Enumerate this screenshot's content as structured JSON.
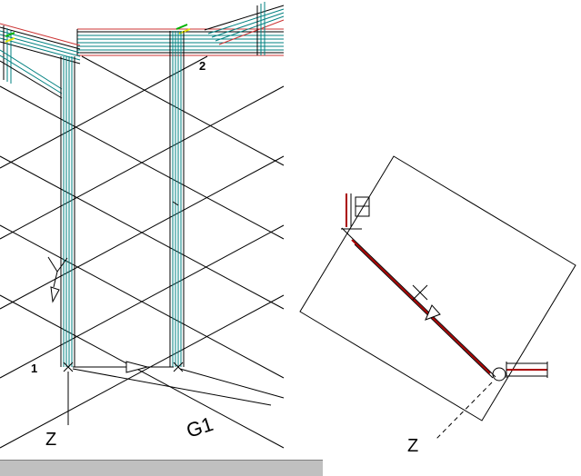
{
  "views": {
    "left": {
      "description": "isometric-wireframe-view",
      "labels": {
        "point_1": "1",
        "point_2": "2",
        "z_axis": "Z",
        "grid_axis": "G1"
      }
    },
    "right": {
      "description": "rotated-plan-view",
      "labels": {
        "z_axis": "Z"
      }
    }
  },
  "colors": {
    "background": "#ffffff",
    "line": "#000000",
    "steel_teal": "#008080",
    "highlight_red": "#cc3333",
    "member_red": "#aa0000",
    "mark_green": "#00b200",
    "mark_yellow": "#e8e800",
    "scrollbar_gray": "#c0c0c0"
  }
}
